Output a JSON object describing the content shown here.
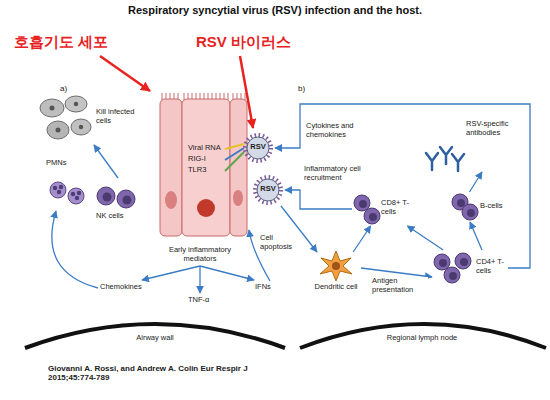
{
  "diagram": {
    "title": "Respiratory syncytial virus (RSV) infection and the host.",
    "caption": "Giovanni A. Rossi, and Andrew A. Colin Eur Respir J 2015;45:774-789",
    "nodes": [
      {
        "text": [
          "Viral RNA",
          "RIG-I",
          "TLR3"
        ]
      },
      {
        "text": [
          "RSV"
        ]
      },
      {
        "text": [
          "RSV"
        ]
      },
      {
        "text": [
          "PMNs"
        ]
      },
      {
        "text": [
          "NK cells"
        ]
      },
      {
        "text": [
          "Dendritic cell"
        ]
      },
      {
        "text": [
          "CD8+ T-cells"
        ]
      },
      {
        "text": [
          "B-cells"
        ]
      },
      {
        "text": [
          "CD4+ T-cells"
        ]
      },
      {
        "text": [
          "RSV-specific antibodies"
        ]
      }
    ],
    "edges": [
      {
        "from": 2,
        "to": 5,
        "arrow": "to"
      },
      {
        "from": 5,
        "to": 6,
        "arrow": "to"
      },
      {
        "from": 5,
        "to": 8,
        "label": "Antigen presentation",
        "arrow": "to"
      },
      {
        "from": 8,
        "to": 6,
        "arrow": "to"
      },
      {
        "from": 8,
        "to": 7,
        "arrow": "to"
      },
      {
        "from": 7,
        "to": 9,
        "arrow": "to"
      },
      {
        "from": 8,
        "to": 1,
        "label": "Cytokines and chemokines",
        "arrow": "to"
      },
      {
        "from": 6,
        "to": 2,
        "arrow": "to"
      }
    ],
    "labels": [
      "호흡기도 세포",
      "RSV 바이러스",
      "a)",
      "b)",
      "Kill infected cells",
      "Cell apoptosis",
      "Early inflammatory mediators",
      "Chemokines",
      "TNF-α",
      "IFNs",
      "Airway wall",
      "Inflammatory cell recruitment",
      "Regional lymph node"
    ]
  }
}
